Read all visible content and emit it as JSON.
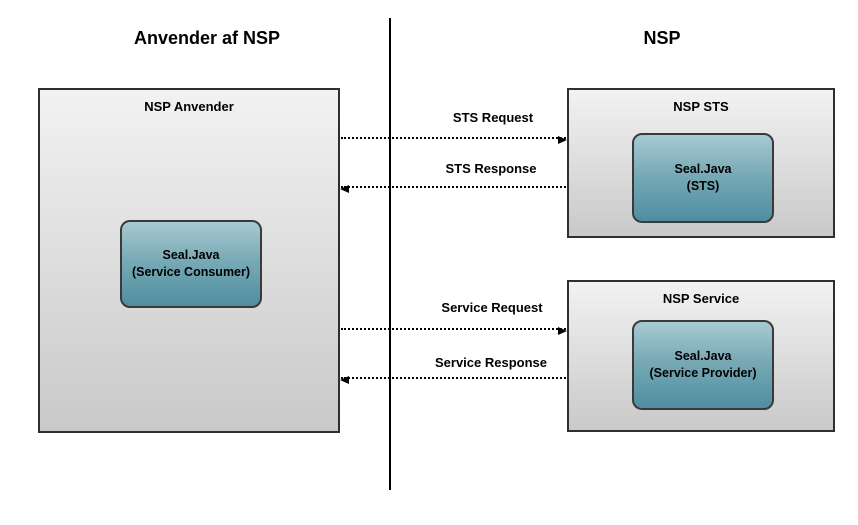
{
  "titles": {
    "left": "Anvender af NSP",
    "right": "NSP"
  },
  "boxes": {
    "nsp_anvender": {
      "label": "NSP Anvender",
      "component": {
        "line1": "Seal.Java",
        "line2": "(Service Consumer)"
      }
    },
    "nsp_sts": {
      "label": "NSP STS",
      "component": {
        "line1": "Seal.Java",
        "line2": "(STS)"
      }
    },
    "nsp_service": {
      "label": "NSP Service",
      "component": {
        "line1": "Seal.Java",
        "line2": "(Service Provider)"
      }
    }
  },
  "arrows": {
    "sts_request": {
      "label": "STS Request",
      "direction": "right"
    },
    "sts_response": {
      "label": "STS Response",
      "direction": "left"
    },
    "service_request": {
      "label": "Service Request",
      "direction": "right"
    },
    "service_response": {
      "label": "Service Response",
      "direction": "left"
    }
  },
  "colors": {
    "outer_box_top": "#f2f2f2",
    "outer_box_bottom": "#c9c9c9",
    "component_top": "#a7cad2",
    "component_bottom": "#4e8ea0",
    "line_color": "#000000",
    "background": "#ffffff"
  }
}
